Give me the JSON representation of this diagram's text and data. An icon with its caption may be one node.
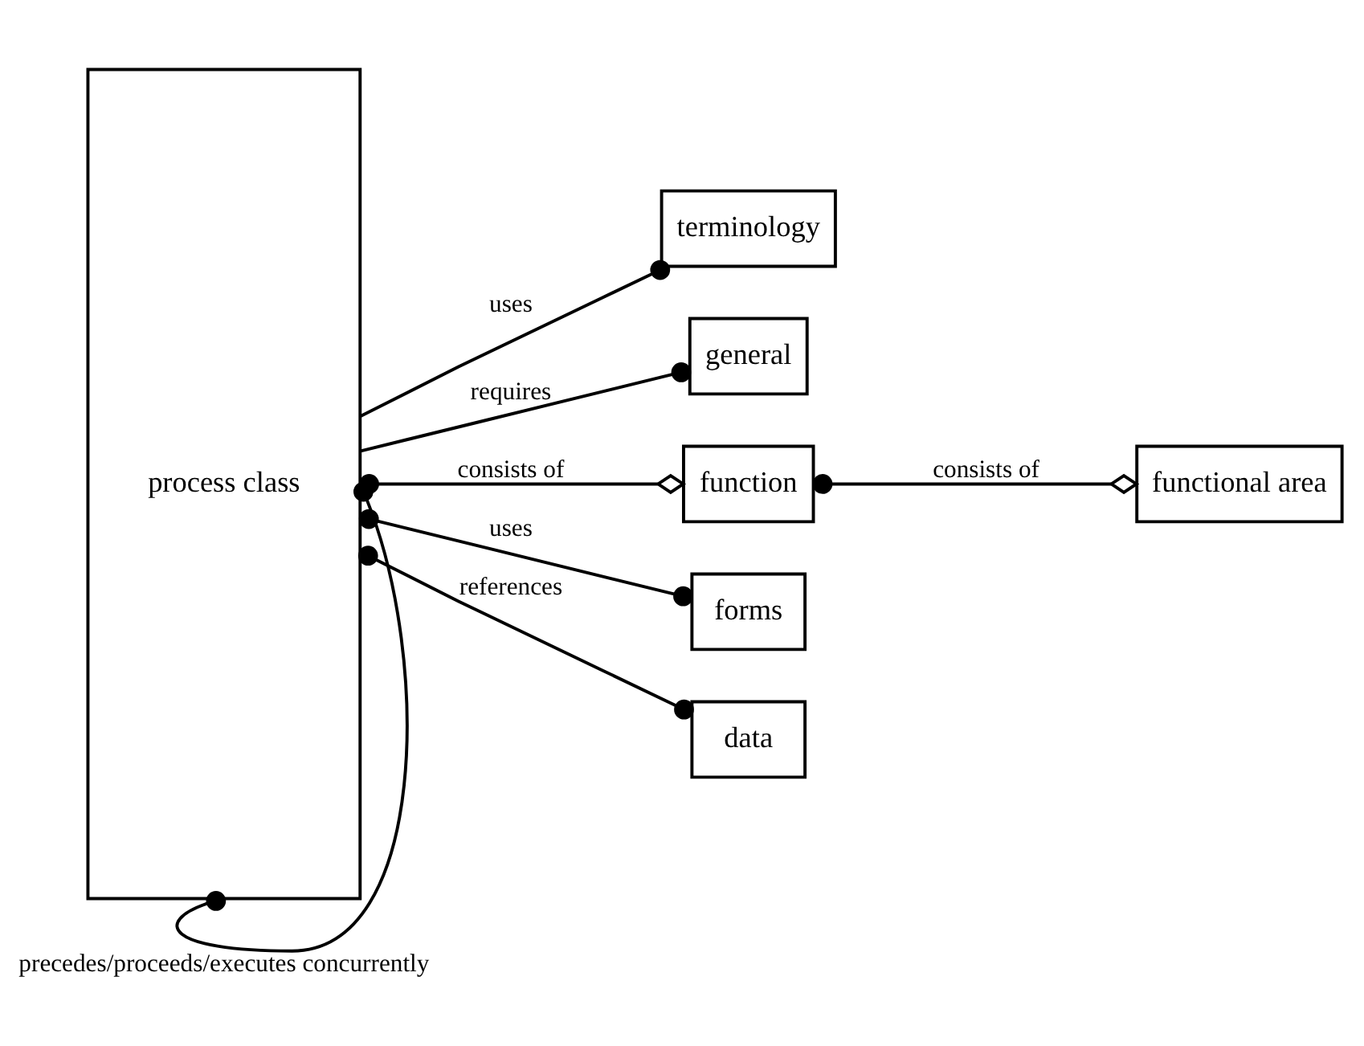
{
  "diagram": {
    "nodes": [
      {
        "text": [
          "process class"
        ]
      },
      {
        "text": [
          "terminology"
        ]
      },
      {
        "text": [
          "general"
        ]
      },
      {
        "text": [
          "function"
        ]
      },
      {
        "text": [
          "functional area"
        ]
      },
      {
        "text": [
          "forms"
        ]
      },
      {
        "text": [
          "data"
        ]
      }
    ],
    "edges": [
      {
        "from": 0,
        "to": 1,
        "arrow": "other",
        "label": "uses"
      },
      {
        "from": 0,
        "to": 2,
        "arrow": "other",
        "label": "requires"
      },
      {
        "from": 0,
        "to": 3,
        "arrow": "other",
        "label": "consists of"
      },
      {
        "from": 3,
        "to": 4,
        "arrow": "other",
        "label": "consists of"
      },
      {
        "from": 0,
        "to": 5,
        "arrow": "other",
        "label": "uses"
      },
      {
        "from": 0,
        "to": 6,
        "arrow": "other",
        "label": "references"
      },
      {
        "from": 0,
        "to": 0,
        "arrow": "other",
        "label": "precedes/proceeds/executes concurrently"
      }
    ]
  }
}
